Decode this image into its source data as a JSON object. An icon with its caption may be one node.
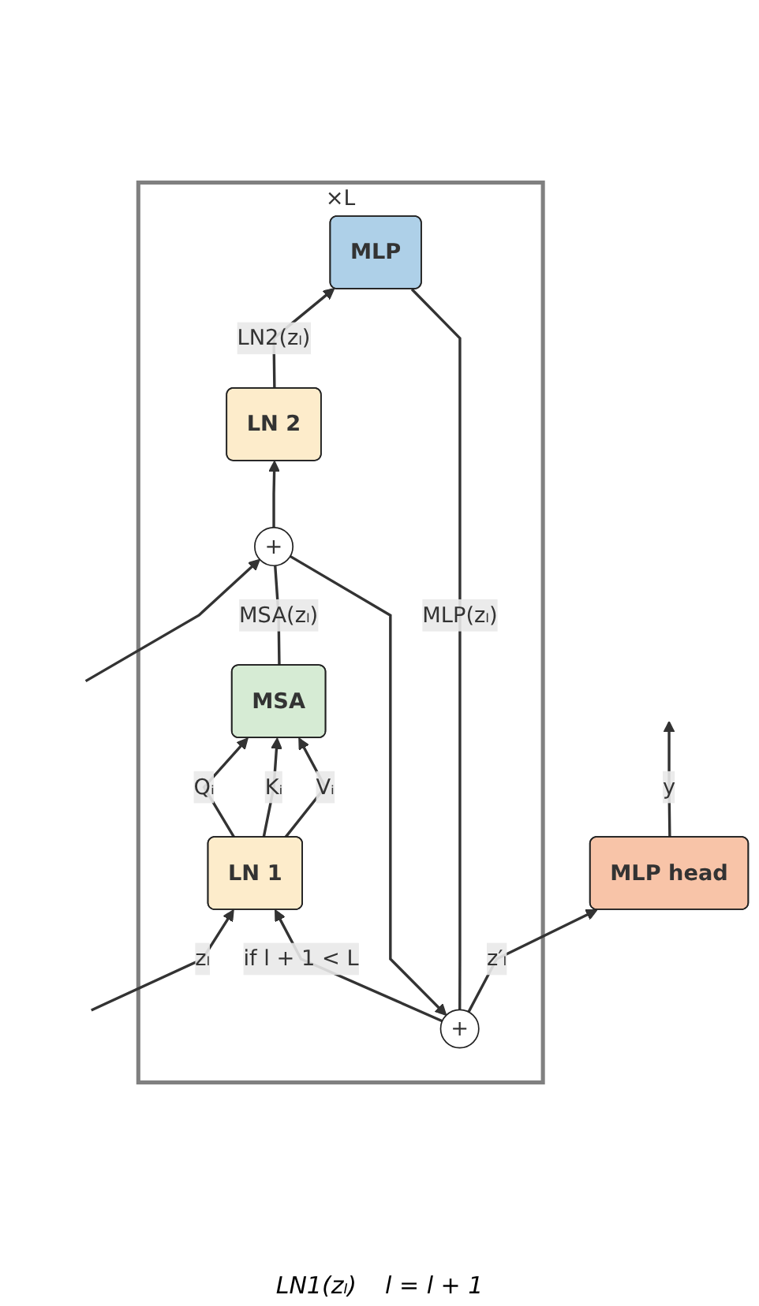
{
  "diagram": {
    "nodes": [
      {
        "text": [
          "MLP head"
        ]
      },
      {
        "text": [
          "×L"
        ]
      },
      {
        "text": [
          "+"
        ],
        "in": 1
      },
      {
        "text": [
          "MLP"
        ],
        "in": 1
      },
      {
        "text": [
          "LN 2"
        ],
        "in": 1
      },
      {
        "text": [
          "+"
        ],
        "in": 1
      },
      {
        "text": [
          "MSA"
        ],
        "in": 1
      },
      {
        "text": [
          "LN 1"
        ],
        "in": 1
      }
    ],
    "edges": [
      {
        "from": null,
        "to": 7,
        "arrow": "to",
        "label": "zₗ"
      },
      {
        "from": null,
        "to": 5,
        "arrow": "to"
      },
      {
        "from": 7,
        "to": 6,
        "arrow": "to",
        "label": "Qᵢ"
      },
      {
        "from": 7,
        "to": 6,
        "arrow": "to",
        "label": "Kᵢ"
      },
      {
        "from": 7,
        "to": 6,
        "arrow": "to",
        "label": "Vᵢ"
      },
      {
        "from": 6,
        "to": 5,
        "arrow": "none",
        "label": "MSA(zₗ)"
      },
      {
        "from": 5,
        "to": 4,
        "arrow": "to"
      },
      {
        "from": 5,
        "to": 2,
        "arrow": "to"
      },
      {
        "from": 4,
        "to": 3,
        "arrow": "to",
        "label": "LN2(zₗ)"
      },
      {
        "from": 3,
        "to": 2,
        "arrow": "none",
        "label": "MLP(zₗ)"
      },
      {
        "from": 2,
        "to": 0,
        "arrow": "to",
        "label": "z′ₗ"
      },
      {
        "from": 0,
        "to": null,
        "arrow": "to",
        "label": "y"
      },
      {
        "from": 2,
        "to": 7,
        "arrow": "to",
        "label": "if l + 1 < L"
      }
    ],
    "labels": [
      "LN1(zₗ)",
      "l = l + 1"
    ]
  }
}
